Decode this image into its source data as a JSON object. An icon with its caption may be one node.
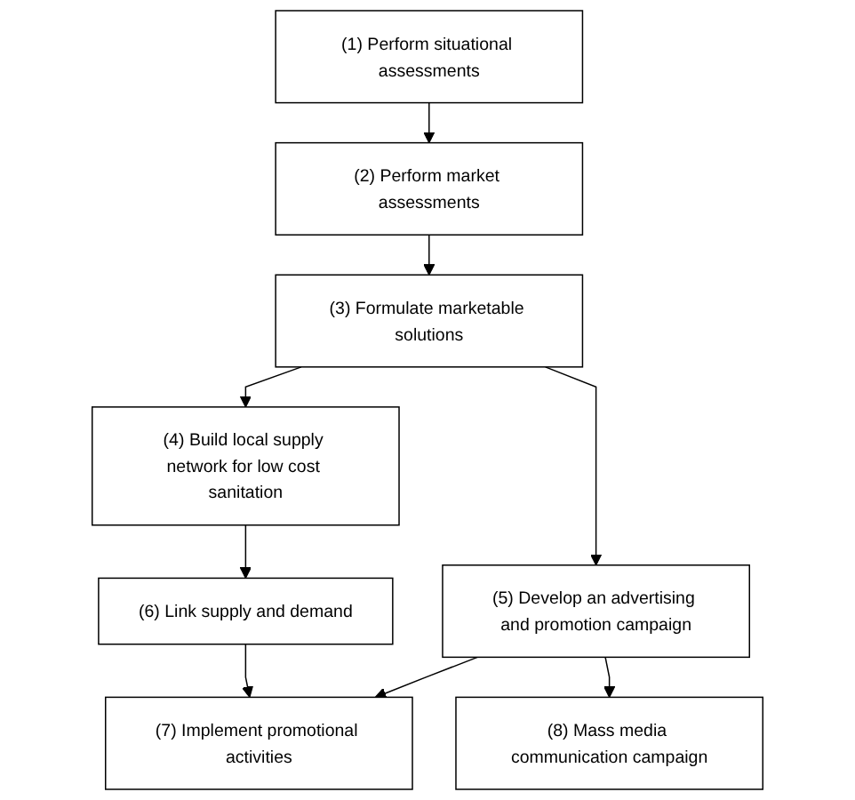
{
  "diagram": {
    "nodes": [
      {
        "text": [
          "(1) Perform situational assessments"
        ]
      },
      {
        "text": [
          "(2) Perform market assessments"
        ]
      },
      {
        "text": [
          "(3) Formulate marketable solutions"
        ]
      },
      {
        "text": [
          "(4) Build local supply network for low cost sanitation"
        ]
      },
      {
        "text": [
          "(5) Develop an advertising and promotion campaign"
        ]
      },
      {
        "text": [
          "(6) Link supply and demand"
        ]
      },
      {
        "text": [
          "(7) Implement promotional activities"
        ]
      },
      {
        "text": [
          "(8) Mass media communication campaign"
        ]
      }
    ],
    "edges": [
      {
        "from": 0,
        "to": 1,
        "arrow": "to"
      },
      {
        "from": 1,
        "to": 2,
        "arrow": "to"
      },
      {
        "from": 2,
        "to": 3,
        "arrow": "to"
      },
      {
        "from": 2,
        "to": 4,
        "arrow": "to"
      },
      {
        "from": 3,
        "to": 5,
        "arrow": "to"
      },
      {
        "from": 4,
        "to": 6,
        "arrow": "to"
      },
      {
        "from": 4,
        "to": 7,
        "arrow": "to"
      },
      {
        "from": 5,
        "to": 6,
        "arrow": "to"
      }
    ]
  }
}
